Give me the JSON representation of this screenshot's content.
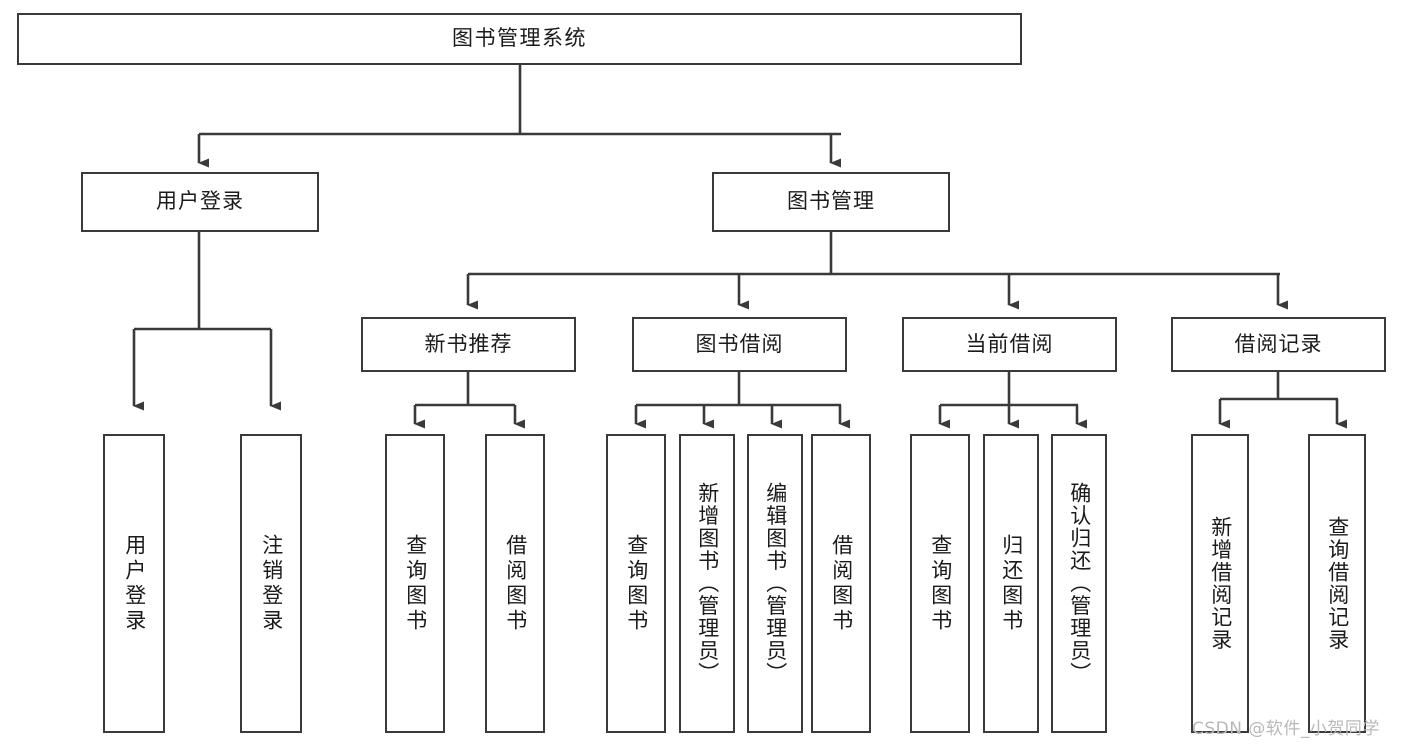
{
  "diagram": {
    "title": "图书管理系统",
    "type": "tree-hierarchy-chart",
    "line_color": "#3a3a3c",
    "background_color": "#ffffff",
    "text_color": "#1b1b1b"
  },
  "root": {
    "label": "图书管理系统"
  },
  "level2": [
    {
      "label": "用户登录"
    },
    {
      "label": "图书管理"
    }
  ],
  "level3": [
    {
      "label": "新书推荐"
    },
    {
      "label": "图书借阅"
    },
    {
      "label": "当前借阅"
    },
    {
      "label": "借阅记录"
    }
  ],
  "leaves": {
    "user_login": [
      {
        "label": "用户登录"
      },
      {
        "label": "注销登录"
      }
    ],
    "new_book_recommend": [
      {
        "label": "查询图书"
      },
      {
        "label": "借阅图书"
      }
    ],
    "book_borrow": [
      {
        "label": "查询图书"
      },
      {
        "label": "新增图书（管理员）"
      },
      {
        "label": "编辑图书（管理员）"
      },
      {
        "label": "借阅图书"
      }
    ],
    "current_borrow": [
      {
        "label": "查询图书"
      },
      {
        "label": "归还图书"
      },
      {
        "label": "确认归还（管理员）"
      }
    ],
    "borrow_record": [
      {
        "label": "新增借阅记录"
      },
      {
        "label": "查询借阅记录"
      }
    ]
  },
  "watermark": {
    "text": "CSDN @软件_小贺同学"
  }
}
